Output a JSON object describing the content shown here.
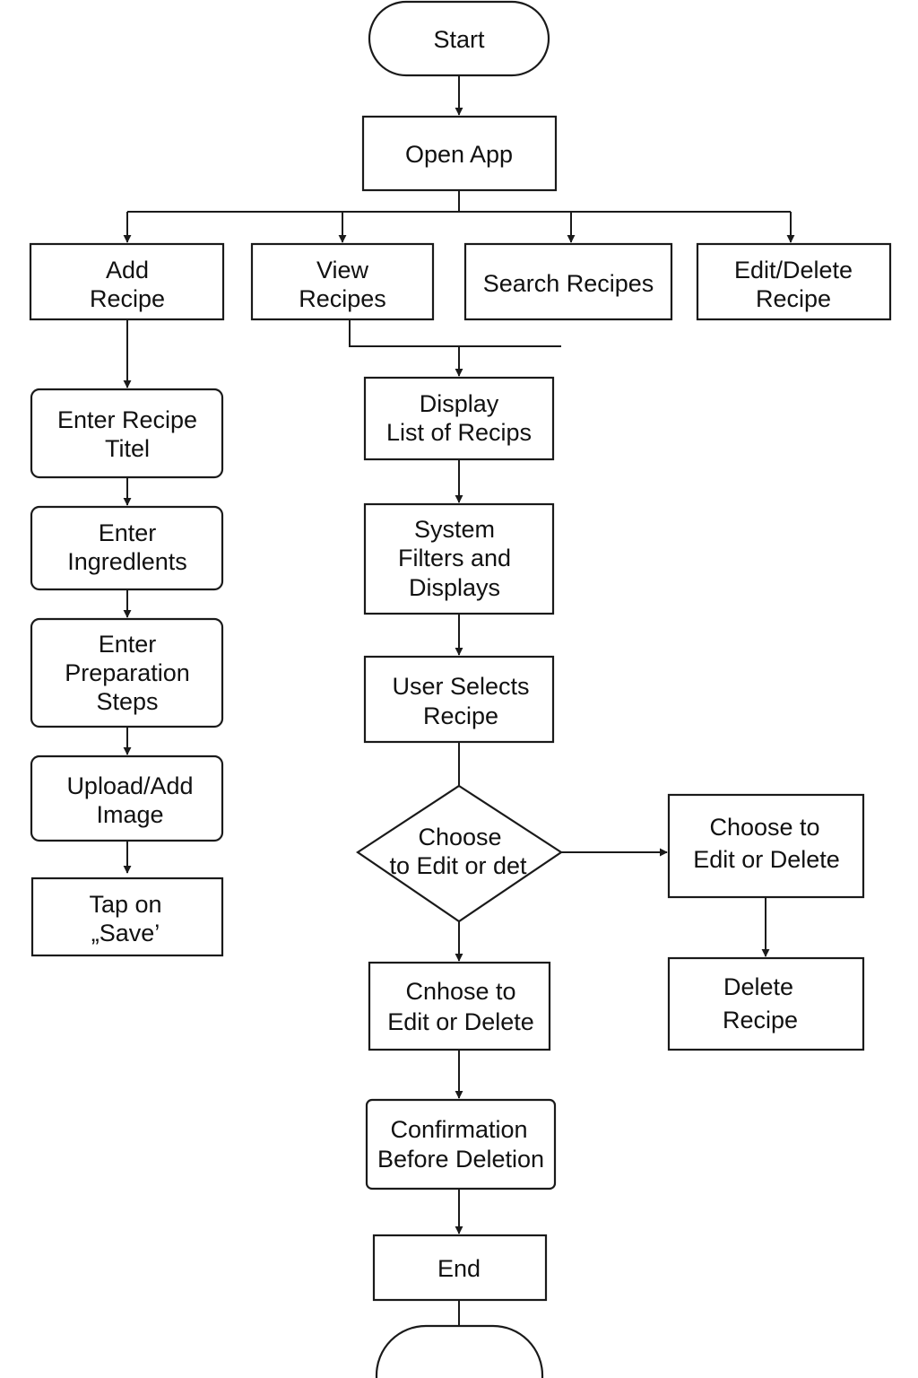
{
  "nodes": {
    "start": "Start",
    "open_app": "Open App",
    "add_recipe": [
      "Add",
      "Recipe"
    ],
    "view_recipes": [
      "View",
      "Recipes"
    ],
    "search_recipes": "Search Recipes",
    "edit_delete_recipe": [
      "Edit/Delete",
      "Recipe"
    ],
    "enter_title": [
      "Enter Recipe",
      "Titel"
    ],
    "enter_ingredients": [
      "Enter",
      "Ingredlents"
    ],
    "enter_steps": [
      "Enter",
      "Preparation",
      "Steps"
    ],
    "upload_image": [
      "Upload/Add",
      "Image"
    ],
    "tap_save": [
      "Tap on",
      "„Save’"
    ],
    "display_list": [
      "Display",
      "List of Recips"
    ],
    "system_filters": [
      "System",
      "Filters and",
      "Displays"
    ],
    "user_selects": [
      "User Selects",
      "Recipe"
    ],
    "decision": [
      "Choose",
      "to Edit or det"
    ],
    "choose_right": [
      "Choose to",
      "Edit or Delete"
    ],
    "delete_recipe": [
      "Delete",
      "Recipe"
    ],
    "choose_bottom": [
      "Cnhose to",
      "Edit or Delete"
    ],
    "confirmation": [
      "Confirmation",
      "Before Deletion"
    ],
    "end": "End"
  }
}
